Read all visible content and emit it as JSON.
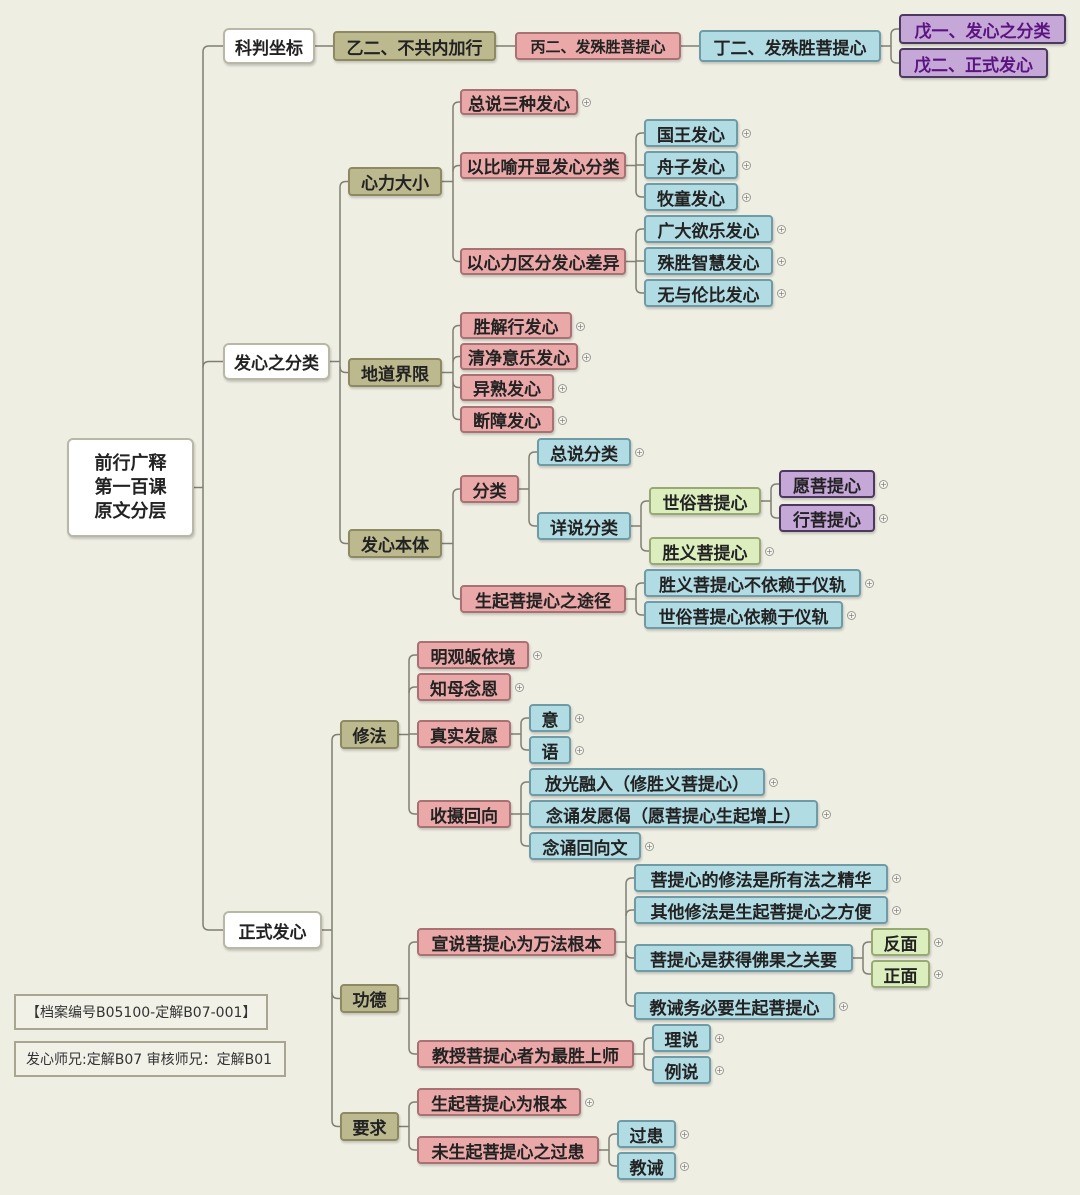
{
  "root": {
    "line1": "前行广释",
    "line2": "第一百课",
    "line3": "原文分层"
  },
  "top": {
    "kepan": "科判坐标",
    "yi2": "乙二、不共内加行",
    "bing2": "丙二、发殊胜菩提心",
    "ding2": "丁二、发殊胜菩提心",
    "wu1": "戊一、发心之分类",
    "wu2": "戊二、正式发心"
  },
  "fenlei": {
    "label": "发心之分类",
    "xinli": {
      "label": "心力大小",
      "zongshuo": "总说三种发心",
      "biyu": {
        "label": "以比喻开显发心分类",
        "items": [
          "国王发心",
          "舟子发心",
          "牧童发心"
        ]
      },
      "chayi": {
        "label": "以心力区分发心差异",
        "items": [
          "广大欲乐发心",
          "殊胜智慧发心",
          "无与伦比发心"
        ]
      }
    },
    "didao": {
      "label": "地道界限",
      "items": [
        "胜解行发心",
        "清净意乐发心",
        "异熟发心",
        "断障发心"
      ]
    },
    "benti": {
      "label": "发心本体",
      "fenlei": "分类",
      "zongshuo": "总说分类",
      "xiangshuo": "详说分类",
      "shisu": "世俗菩提心",
      "yuan": "愿菩提心",
      "xing": "行菩提心",
      "shengyi": "胜义菩提心",
      "tujing": "生起菩提心之途径",
      "bu_yilai": "胜义菩提心不依赖于仪轨",
      "yilai": "世俗菩提心依赖于仪轨"
    }
  },
  "zhengshi": {
    "label": "正式发心",
    "xiufa": {
      "label": "修法",
      "mingguan": "明观皈依境",
      "zhimu": "知母念恩",
      "zhenshi": "真实发愿",
      "yi": "意",
      "yu": "语",
      "shoushe": "收摄回向",
      "fangguang": "放光融入（修胜义菩提心）",
      "niansong1": "念诵发愿偈（愿菩提心生起增上）",
      "niansong2": "念诵回向文"
    },
    "gongde": {
      "label": "功德",
      "xuanshuo": "宣说菩提心为万法根本",
      "jinghua": "菩提心的修法是所有法之精华",
      "fangbian": "其他修法是生起菩提心之方便",
      "guanyao": "菩提心是获得佛果之关要",
      "fanmian": "反面",
      "zhengmian": "正面",
      "jiaojie": "教诫务必要生起菩提心",
      "jiaoshou": "教授菩提心者为最胜上师",
      "lishuo": "理说",
      "lishuo2": "例说"
    },
    "yaoqiu": {
      "label": "要求",
      "genben": "生起菩提心为根本",
      "guohuan_parent": "未生起菩提心之过患",
      "guohuan": "过患",
      "jiaojie": "教诫"
    }
  },
  "notes": {
    "archive": "【档案编号B05100-定解B07-001】",
    "reviewers": "发心师兄:定解B07 审核师兄：定解B01"
  },
  "colors": {
    "background": "#efeee3",
    "line": "#7f7f73",
    "olive": "#bdb98f",
    "pink": "#eba8a8",
    "blue": "#b2dce4",
    "green": "#ddeebe",
    "purple": "#c5a7d8"
  }
}
